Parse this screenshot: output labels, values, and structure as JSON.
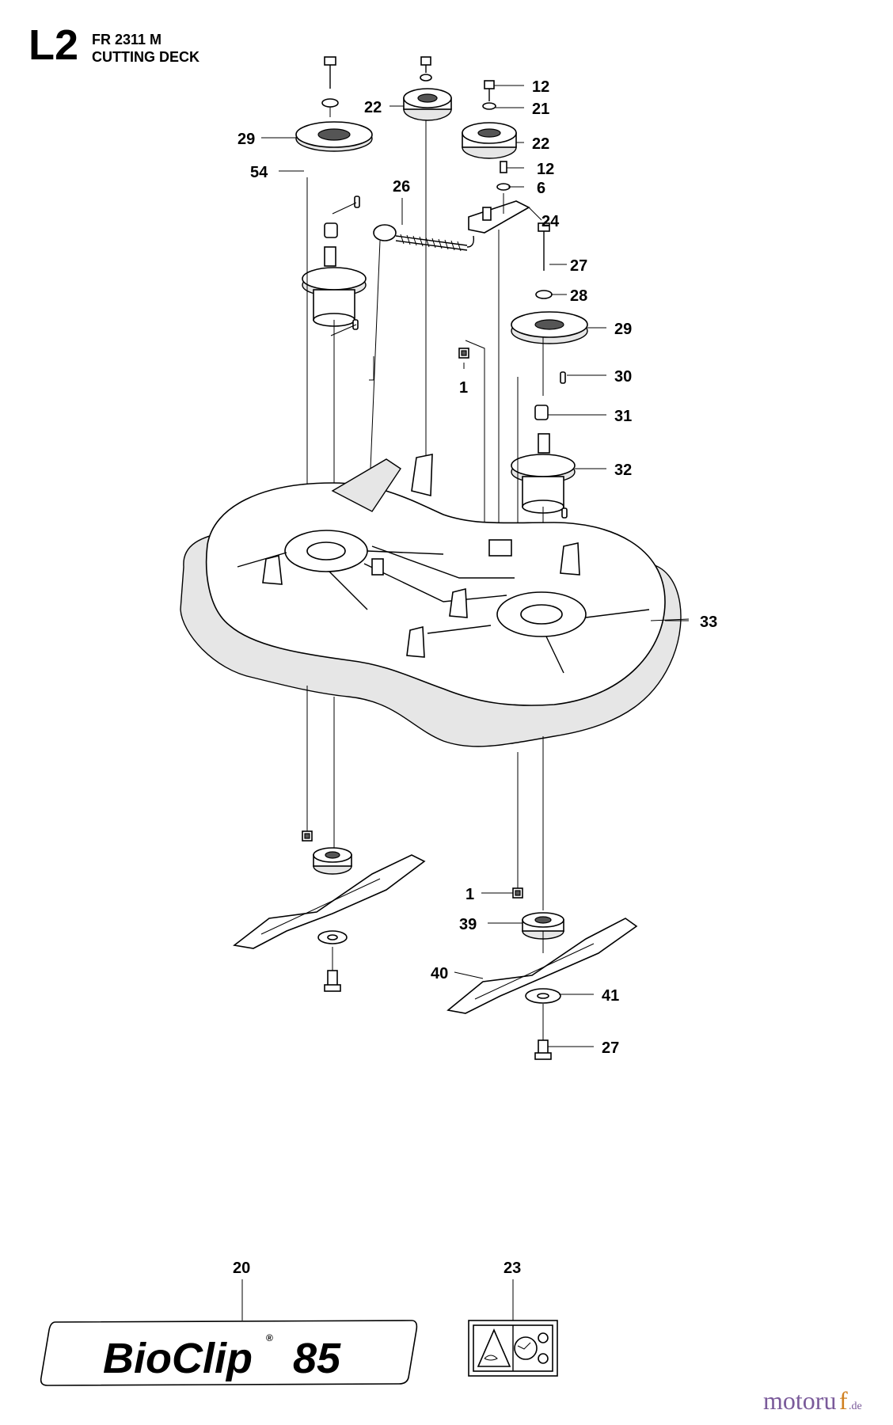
{
  "header": {
    "section_code": "L2",
    "model": "FR 2311 M",
    "title": "CUTTING DECK"
  },
  "callouts": [
    {
      "id": "c-12a",
      "label": "12"
    },
    {
      "id": "c-21",
      "label": "21"
    },
    {
      "id": "c-22a",
      "label": "22"
    },
    {
      "id": "c-22b",
      "label": "22"
    },
    {
      "id": "c-29a",
      "label": "29"
    },
    {
      "id": "c-12b",
      "label": "12"
    },
    {
      "id": "c-54",
      "label": "54"
    },
    {
      "id": "c-6",
      "label": "6"
    },
    {
      "id": "c-26",
      "label": "26"
    },
    {
      "id": "c-24",
      "label": "24"
    },
    {
      "id": "c-27a",
      "label": "27"
    },
    {
      "id": "c-28",
      "label": "28"
    },
    {
      "id": "c-29b",
      "label": "29"
    },
    {
      "id": "c-1a",
      "label": "1"
    },
    {
      "id": "c-30",
      "label": "30"
    },
    {
      "id": "c-31",
      "label": "31"
    },
    {
      "id": "c-32",
      "label": "32"
    },
    {
      "id": "c-33",
      "label": "33"
    },
    {
      "id": "c-1b",
      "label": "1"
    },
    {
      "id": "c-39",
      "label": "39"
    },
    {
      "id": "c-40",
      "label": "40"
    },
    {
      "id": "c-41",
      "label": "41"
    },
    {
      "id": "c-27b",
      "label": "27"
    },
    {
      "id": "c-20",
      "label": "20"
    },
    {
      "id": "c-23",
      "label": "23"
    }
  ],
  "decal": {
    "brand": "BioClip",
    "registered": "®",
    "number": "85"
  },
  "watermark": {
    "name_a": "motoru",
    "name_b": "f",
    "tld": ".de"
  }
}
